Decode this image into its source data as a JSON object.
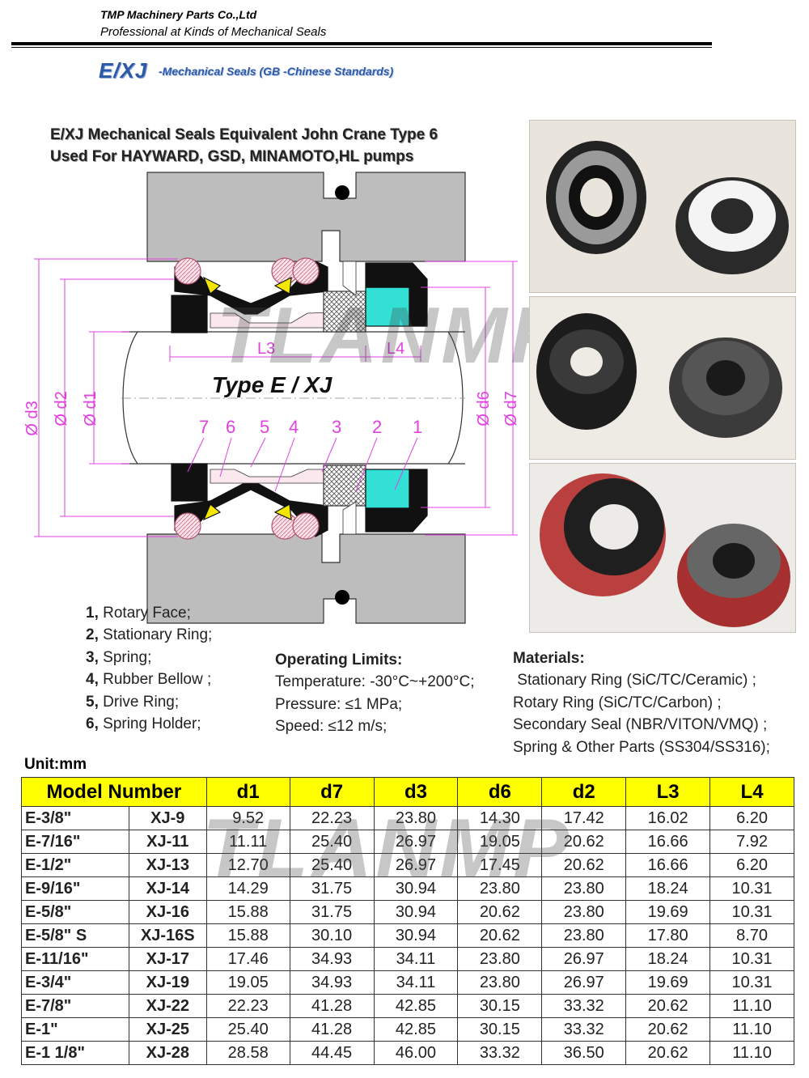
{
  "header": {
    "company": "TMP Machinery Parts Co.,Ltd",
    "tagline": "Professional at Kinds of Mechanical Seals"
  },
  "product": {
    "code": "E/XJ",
    "subtitle": "-Mechanical Seals (GB -Chinese Standards)",
    "heading_line1": "E/XJ Mechanical Seals  Equivalent John Crane Type 6",
    "heading_line2": "Used For HAYWARD, GSD, MINAMOTO,HL pumps"
  },
  "diagram": {
    "type_label": "Type E / XJ",
    "watermark": "TLANMP",
    "dim_labels": [
      "Ø d3",
      "Ø d2",
      "Ø d1",
      "Ø d6",
      "Ø d7"
    ],
    "length_labels": [
      "L3",
      "L4"
    ],
    "part_numbers": [
      "7",
      "6",
      "5",
      "4",
      "3",
      "2",
      "1"
    ]
  },
  "legend": [
    {
      "num": "1,",
      "label": "Rotary Face;"
    },
    {
      "num": "2,",
      "label": "Stationary Ring;"
    },
    {
      "num": "3,",
      "label": "Spring;"
    },
    {
      "num": "4,",
      "label": "Rubber Bellow ;"
    },
    {
      "num": "5,",
      "label": "Drive Ring;"
    },
    {
      "num": "6,",
      "label": "Spring Holder;"
    }
  ],
  "operating_limits": {
    "title": "Operating Limits:",
    "lines": [
      "Temperature: -30°C~+200°C;",
      "Pressure: ≤1 MPa;",
      "Speed: ≤12 m/s;"
    ]
  },
  "materials": {
    "title": "Materials:",
    "lines": [
      " Stationary Ring (SiC/TC/Ceramic) ;",
      "Rotary Ring (SiC/TC/Carbon) ;",
      "Secondary Seal (NBR/VITON/VMQ) ;",
      "Spring & Other Parts (SS304/SS316);"
    ]
  },
  "table": {
    "unit": "Unit:mm",
    "watermark": "TLANMP",
    "headers": [
      "Model Number",
      "d1",
      "d7",
      "d3",
      "d6",
      "d2",
      "L3",
      "L4"
    ],
    "rows": [
      [
        "E-3/8\"",
        "XJ-9",
        "9.52",
        "22.23",
        "23.80",
        "14.30",
        "17.42",
        "16.02",
        "6.20"
      ],
      [
        "E-7/16\"",
        "XJ-11",
        "11.11",
        "25.40",
        "26.97",
        "19.05",
        "20.62",
        "16.66",
        "7.92"
      ],
      [
        "E-1/2\"",
        "XJ-13",
        "12.70",
        "25.40",
        "26.97",
        "17.45",
        "20.62",
        "16.66",
        "6.20"
      ],
      [
        "E-9/16\"",
        "XJ-14",
        "14.29",
        "31.75",
        "30.94",
        "23.80",
        "23.80",
        "18.24",
        "10.31"
      ],
      [
        "E-5/8\"",
        "XJ-16",
        "15.88",
        "31.75",
        "30.94",
        "20.62",
        "23.80",
        "19.69",
        "10.31"
      ],
      [
        "E-5/8\" S",
        "XJ-16S",
        "15.88",
        "30.10",
        "30.94",
        "20.62",
        "23.80",
        "17.80",
        "8.70"
      ],
      [
        "E-11/16\"",
        "XJ-17",
        "17.46",
        "34.93",
        "34.11",
        "23.80",
        "26.97",
        "18.24",
        "10.31"
      ],
      [
        "E-3/4\"",
        "XJ-19",
        "19.05",
        "34.93",
        "34.11",
        "23.80",
        "26.97",
        "19.69",
        "10.31"
      ],
      [
        "E-7/8\"",
        "XJ-22",
        "22.23",
        "41.28",
        "42.85",
        "30.15",
        "33.32",
        "20.62",
        "11.10"
      ],
      [
        "E-1\"",
        "XJ-25",
        "25.40",
        "41.28",
        "42.85",
        "30.15",
        "33.32",
        "20.62",
        "11.10"
      ],
      [
        "E-1 1/8\"",
        "XJ-28",
        "28.58",
        "44.45",
        "46.00",
        "33.32",
        "36.50",
        "20.62",
        "11.10"
      ]
    ]
  },
  "colors": {
    "brand_blue": "#2d5aa8",
    "dimension_magenta": "#e040e0",
    "table_header": "#ffff00",
    "housing_gray": "#bdbdbd",
    "stationary_ring": "#33e0d6"
  }
}
